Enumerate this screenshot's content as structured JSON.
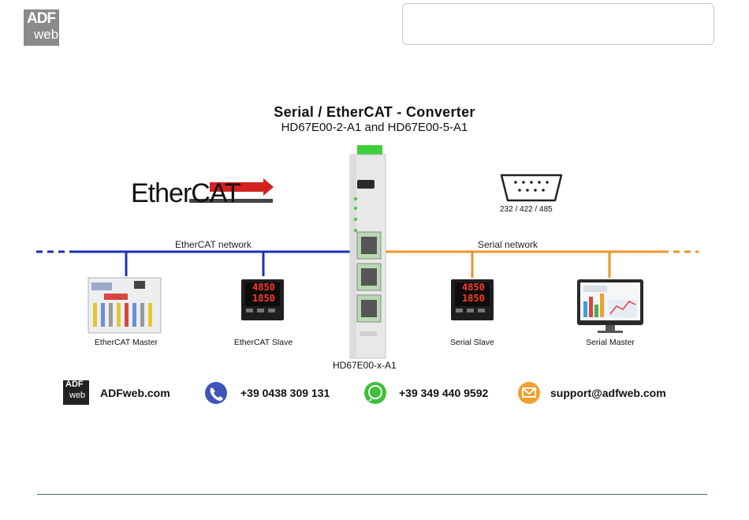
{
  "header": {
    "logo_top": "ADF",
    "logo_bottom": "web"
  },
  "diagram": {
    "title": "Serial / EtherCAT - Converter",
    "subtitle": "HD67E00-2-A1 and HD67E00-5-A1",
    "ethercat_logo": "EtherCAT",
    "connector_label": "232 / 422 / 485",
    "left_network_label": "EtherCAT network",
    "right_network_label": "Serial network",
    "center_device_label": "HD67E00-x-A1",
    "devices": [
      {
        "label": "EtherCAT Master"
      },
      {
        "label": "EtherCAT Slave"
      },
      {
        "label": "Serial Slave"
      },
      {
        "label": "Serial Master"
      }
    ],
    "display_values": {
      "top": "4850",
      "bottom": "1850"
    },
    "colors": {
      "ethercat_line": "#1f2fb5",
      "serial_line": "#e8962a",
      "converter_green": "#3fcf3a"
    }
  },
  "contacts": {
    "site": "ADFweb.com",
    "phone": "+39 0438 309 131",
    "whatsapp": "+39 349 440 9592",
    "email": "support@adfweb.com",
    "icons": [
      "adfweb-logo-icon",
      "phone-icon",
      "whatsapp-icon",
      "mail-icon"
    ]
  }
}
